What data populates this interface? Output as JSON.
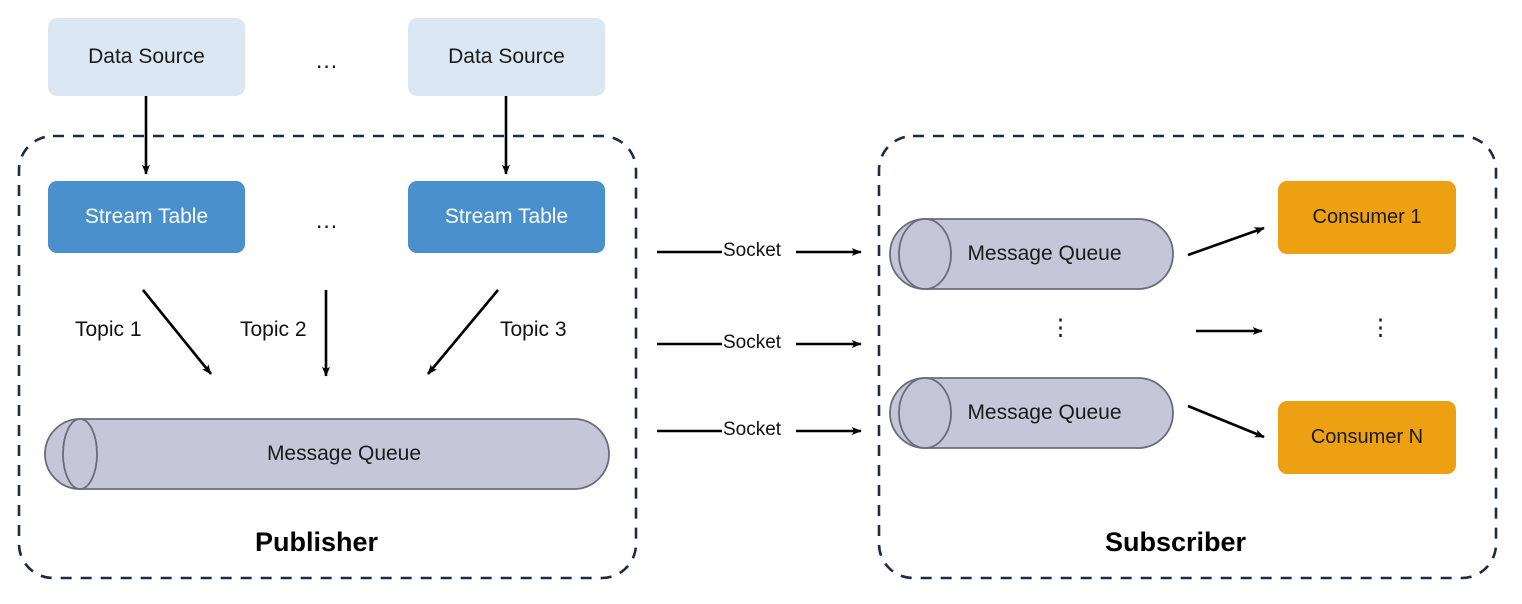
{
  "diagram": {
    "title": "Publisher-Subscriber streaming architecture",
    "colors": {
      "data_source_fill": "#dbe8f4",
      "stream_table_fill": "#4a90cd",
      "consumer_fill": "#eda011",
      "queue_fill": "#c6c6d9",
      "queue_stroke": "#6b6b7b",
      "zone_border": "#1f2a4a",
      "arrow": "#000000",
      "background": "#ffffff"
    }
  },
  "publisher": {
    "zone_label": "Publisher",
    "data_sources": [
      {
        "label": "Data Source"
      },
      {
        "label": "Data Source"
      }
    ],
    "data_source_ellipsis": "...",
    "stream_tables": [
      {
        "label": "Stream Table"
      },
      {
        "label": "Stream Table"
      }
    ],
    "stream_table_ellipsis": "...",
    "topics": [
      {
        "label": "Topic 1"
      },
      {
        "label": "Topic 2"
      },
      {
        "label": "Topic 3"
      }
    ],
    "message_queue": {
      "label": "Message Queue"
    }
  },
  "links": {
    "sockets": [
      {
        "label": "Socket"
      },
      {
        "label": "Socket"
      },
      {
        "label": "Socket"
      }
    ]
  },
  "subscriber": {
    "zone_label": "Subscriber",
    "message_queues": [
      {
        "label": "Message Queue"
      },
      {
        "label": "Message Queue"
      }
    ],
    "queue_ellipsis": "⋮",
    "consumers": [
      {
        "label": "Consumer 1"
      },
      {
        "label": "Consumer N"
      }
    ],
    "consumer_ellipsis": "⋮"
  }
}
